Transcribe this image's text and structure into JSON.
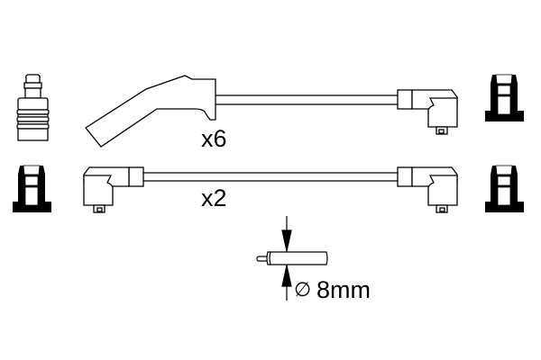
{
  "diagram": {
    "type": "technical-parts-drawing",
    "subject": "ignition cable set",
    "stroke_color": "#000000",
    "background": "#ffffff",
    "labels": {
      "cable_set_a_qty": "x6",
      "cable_set_b_qty": "x2",
      "diameter_symbol": "∅",
      "diameter_value": "8mm"
    },
    "components": [
      {
        "id": "spark-plug-boot-terminal",
        "position": "top-left"
      },
      {
        "id": "straight-angled-boot",
        "position": "top-left-center"
      },
      {
        "id": "cable-a",
        "qty_label": "x6"
      },
      {
        "id": "right-angle-connector-a",
        "position": "top-right-center"
      },
      {
        "id": "terminal-nut-top-right",
        "position": "top-right"
      },
      {
        "id": "terminal-nut-middle-left",
        "position": "middle-left"
      },
      {
        "id": "right-angle-connector-b-left",
        "position": "middle-left-center"
      },
      {
        "id": "cable-b",
        "qty_label": "x2"
      },
      {
        "id": "right-angle-connector-b-right",
        "position": "middle-right-center"
      },
      {
        "id": "terminal-nut-middle-right",
        "position": "middle-right"
      },
      {
        "id": "cable-cross-section",
        "position": "bottom-center",
        "diameter": "8mm"
      }
    ]
  }
}
